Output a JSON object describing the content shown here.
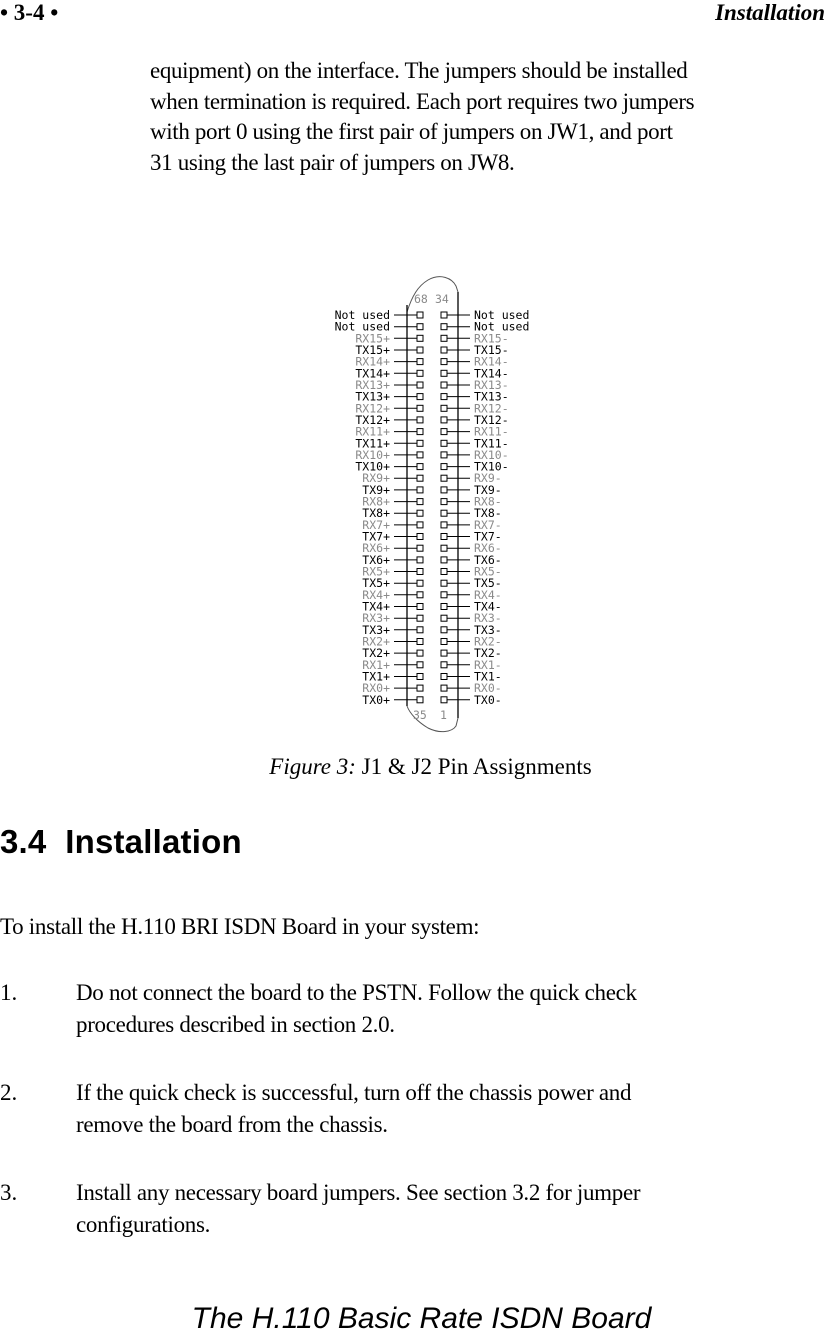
{
  "header": {
    "page_number": "• 3-4 •",
    "section_title": "Installation"
  },
  "intro_paragraph": {
    "lines": [
      "equipment) on the interface.  The jumpers should be installed",
      "when termination is required.  Each port requires two jumpers",
      "with port 0 using the first pair of jumpers on JW1, and port",
      "31 using the last pair of jumpers on JW8."
    ]
  },
  "figure": {
    "label": "Figure 3:",
    "title": "J1 & J2 Pin Assignments",
    "connector": {
      "top_left_pin": "68",
      "top_right_pin": "34",
      "bottom_left_pin": "35",
      "bottom_right_pin": "1"
    },
    "left_pins": [
      "Not used",
      "Not used",
      "RX15+",
      "TX15+",
      "RX14+",
      "TX14+",
      "RX13+",
      "TX13+",
      "RX12+",
      "TX12+",
      "RX11+",
      "TX11+",
      "RX10+",
      "TX10+",
      "RX9+",
      "TX9+",
      "RX8+",
      "TX8+",
      "RX7+",
      "TX7+",
      "RX6+",
      "TX6+",
      "RX5+",
      "TX5+",
      "RX4+",
      "TX4+",
      "RX3+",
      "TX3+",
      "RX2+",
      "TX2+",
      "RX1+",
      "TX1+",
      "RX0+",
      "TX0+"
    ],
    "right_pins": [
      "Not used",
      "Not used",
      "RX15-",
      "TX15-",
      "RX14-",
      "TX14-",
      "RX13-",
      "TX13-",
      "RX12-",
      "TX12-",
      "RX11-",
      "TX11-",
      "RX10-",
      "TX10-",
      "RX9-",
      "TX9-",
      "RX8-",
      "TX8-",
      "RX7-",
      "TX7-",
      "RX6-",
      "TX6-",
      "RX5-",
      "TX5-",
      "RX4-",
      "TX4-",
      "RX3-",
      "TX3-",
      "RX2-",
      "TX2-",
      "RX1-",
      "TX1-",
      "RX0-",
      "TX0-"
    ],
    "colors": {
      "line": "#000000",
      "rx_label": "#8a8a8a",
      "tx_label": "#000000",
      "pin_number": "#8a8a8a"
    }
  },
  "section": {
    "heading": "3.4  Installation",
    "lead": "To install the H.110 BRI ISDN Board in your system:",
    "steps": [
      {
        "num": "1.",
        "lines": [
          "Do not connect the board to the PSTN.  Follow the quick check",
          "procedures described in section 2.0."
        ]
      },
      {
        "num": "2.",
        "lines": [
          "If the quick check is successful, turn off the chassis power and",
          "remove the board from the chassis."
        ]
      },
      {
        "num": "3.",
        "lines": [
          "Install any necessary board jumpers.  See section 3.2 for jumper",
          "configurations."
        ]
      }
    ]
  },
  "footer": {
    "title": "The H.110 Basic Rate ISDN Board"
  }
}
